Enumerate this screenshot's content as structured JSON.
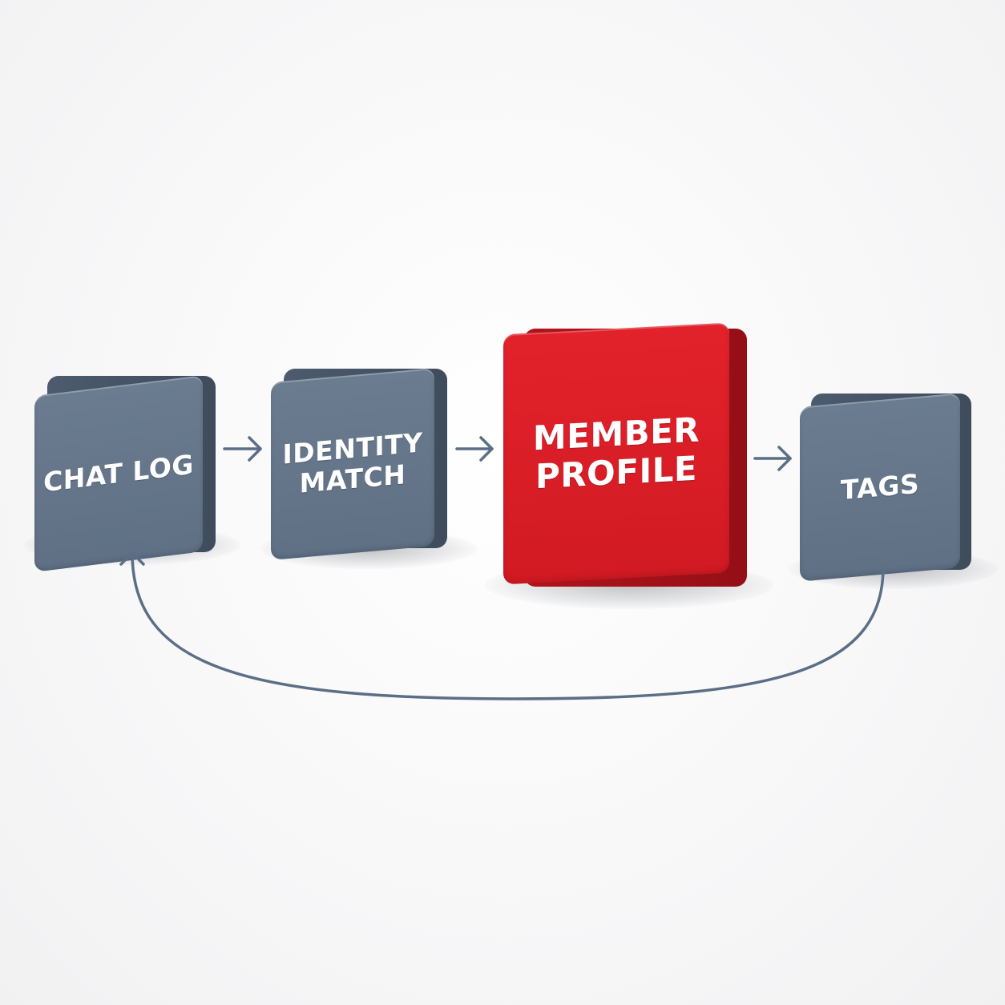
{
  "diagram": {
    "nodes": [
      {
        "id": "chat-log",
        "label": "CHAT LOG",
        "color": "#617287"
      },
      {
        "id": "identity-match",
        "label": "IDENTITY\nMATCH",
        "color": "#617287"
      },
      {
        "id": "member-profile",
        "label": "MEMBER\nPROFILE",
        "color": "#d81e26"
      },
      {
        "id": "tags",
        "label": "TAGS",
        "color": "#617287"
      }
    ],
    "edges": [
      {
        "from": "chat-log",
        "to": "identity-match"
      },
      {
        "from": "identity-match",
        "to": "member-profile"
      },
      {
        "from": "member-profile",
        "to": "tags"
      },
      {
        "from": "tags",
        "to": "chat-log"
      }
    ],
    "arrow_color": "#5a6e86"
  }
}
